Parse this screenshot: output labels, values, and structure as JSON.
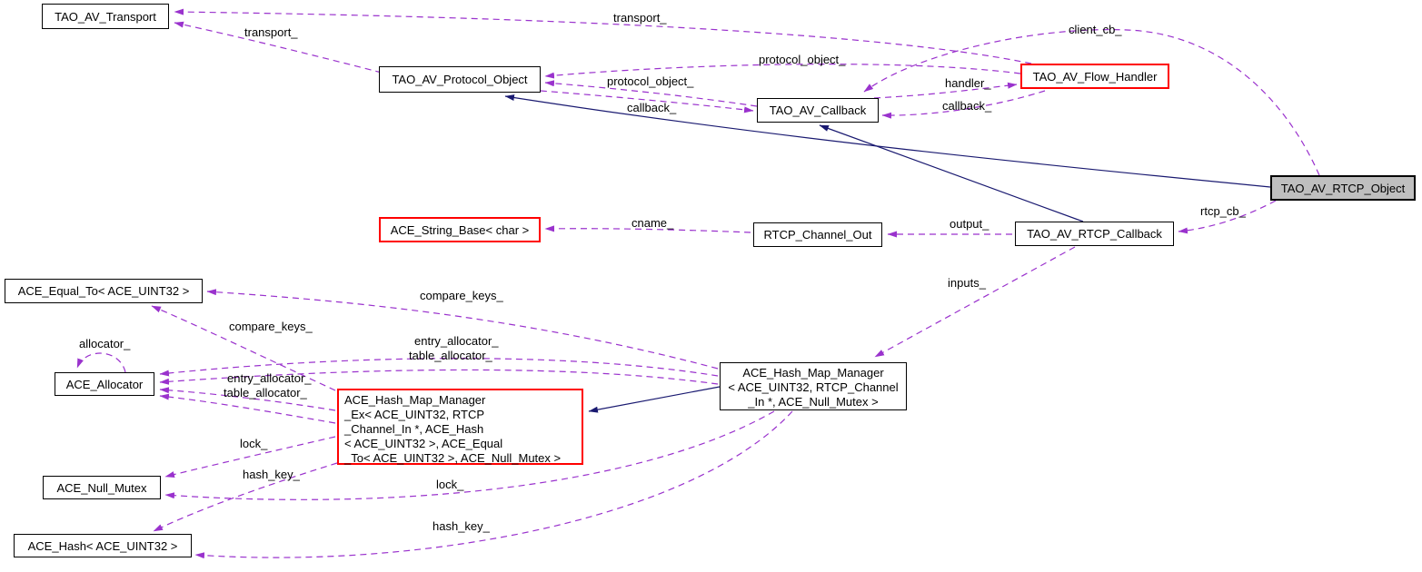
{
  "diagram": {
    "type": "collaboration-graph",
    "focus_class": "TAO_AV_RTCP_Object",
    "colors": {
      "association_edge": "#9a32cd",
      "inheritance_edge": "#191970",
      "node_border": "#000000",
      "highlight_border": "#ff0000",
      "node_fill": "#ffffff",
      "focus_node_fill": "#bfbfbf",
      "background": "#ffffff"
    }
  },
  "nodes": {
    "tao_av_transport": {
      "label": "TAO_AV_Transport"
    },
    "tao_av_protocol_object": {
      "label": "TAO_AV_Protocol_Object"
    },
    "tao_av_callback": {
      "label": "TAO_AV_Callback"
    },
    "tao_av_flow_handler": {
      "label": "TAO_AV_Flow_Handler"
    },
    "tao_av_rtcp_object": {
      "label": "TAO_AV_RTCP_Object"
    },
    "ace_string_base": {
      "label": "ACE_String_Base< char >"
    },
    "rtcp_channel_out": {
      "label": "RTCP_Channel_Out"
    },
    "tao_av_rtcp_callback": {
      "label": "TAO_AV_RTCP_Callback"
    },
    "ace_equal_to": {
      "label": "ACE_Equal_To< ACE_UINT32 >"
    },
    "ace_allocator": {
      "label": "ACE_Allocator"
    },
    "ace_hash_map_manager_ex": {
      "lines": [
        "ACE_Hash_Map_Manager",
        "_Ex< ACE_UINT32, RTCP",
        "_Channel_In *, ACE_Hash",
        "< ACE_UINT32 >, ACE_Equal",
        "_To< ACE_UINT32 >, ACE_Null_Mutex >"
      ]
    },
    "ace_hash_map_manager": {
      "lines": [
        "ACE_Hash_Map_Manager",
        "< ACE_UINT32, RTCP_Channel",
        "_In *, ACE_Null_Mutex >"
      ]
    },
    "ace_null_mutex": {
      "label": "ACE_Null_Mutex"
    },
    "ace_hash": {
      "label": "ACE_Hash< ACE_UINT32 >"
    }
  },
  "edge_labels": {
    "transport_from_protocol_object": "transport_",
    "transport_from_flow_handler": "transport_",
    "protocol_object_from_flow_handler": "protocol_object_",
    "protocol_object_from_callback": "protocol_object_",
    "callback_from_protocol_object": "callback_",
    "callback_from_flow_handler": "callback_",
    "handler": "handler_",
    "client_cb": "client_cb_",
    "rtcp_cb": "rtcp_cb_",
    "cname": "cname_",
    "output": "output_",
    "inputs": "inputs_",
    "compare_keys_from_manager": "compare_keys_",
    "compare_keys_from_ex": "compare_keys_",
    "entry_allocator_from_manager": "entry_allocator_",
    "table_allocator_from_manager": "table_allocator_",
    "entry_allocator_from_ex": "entry_allocator_",
    "table_allocator_from_ex": "table_allocator_",
    "allocator_self": "allocator_",
    "lock_from_ex": "lock_",
    "lock_from_manager": "lock_",
    "hash_key_from_ex": "hash_key_",
    "hash_key_from_manager": "hash_key_"
  }
}
